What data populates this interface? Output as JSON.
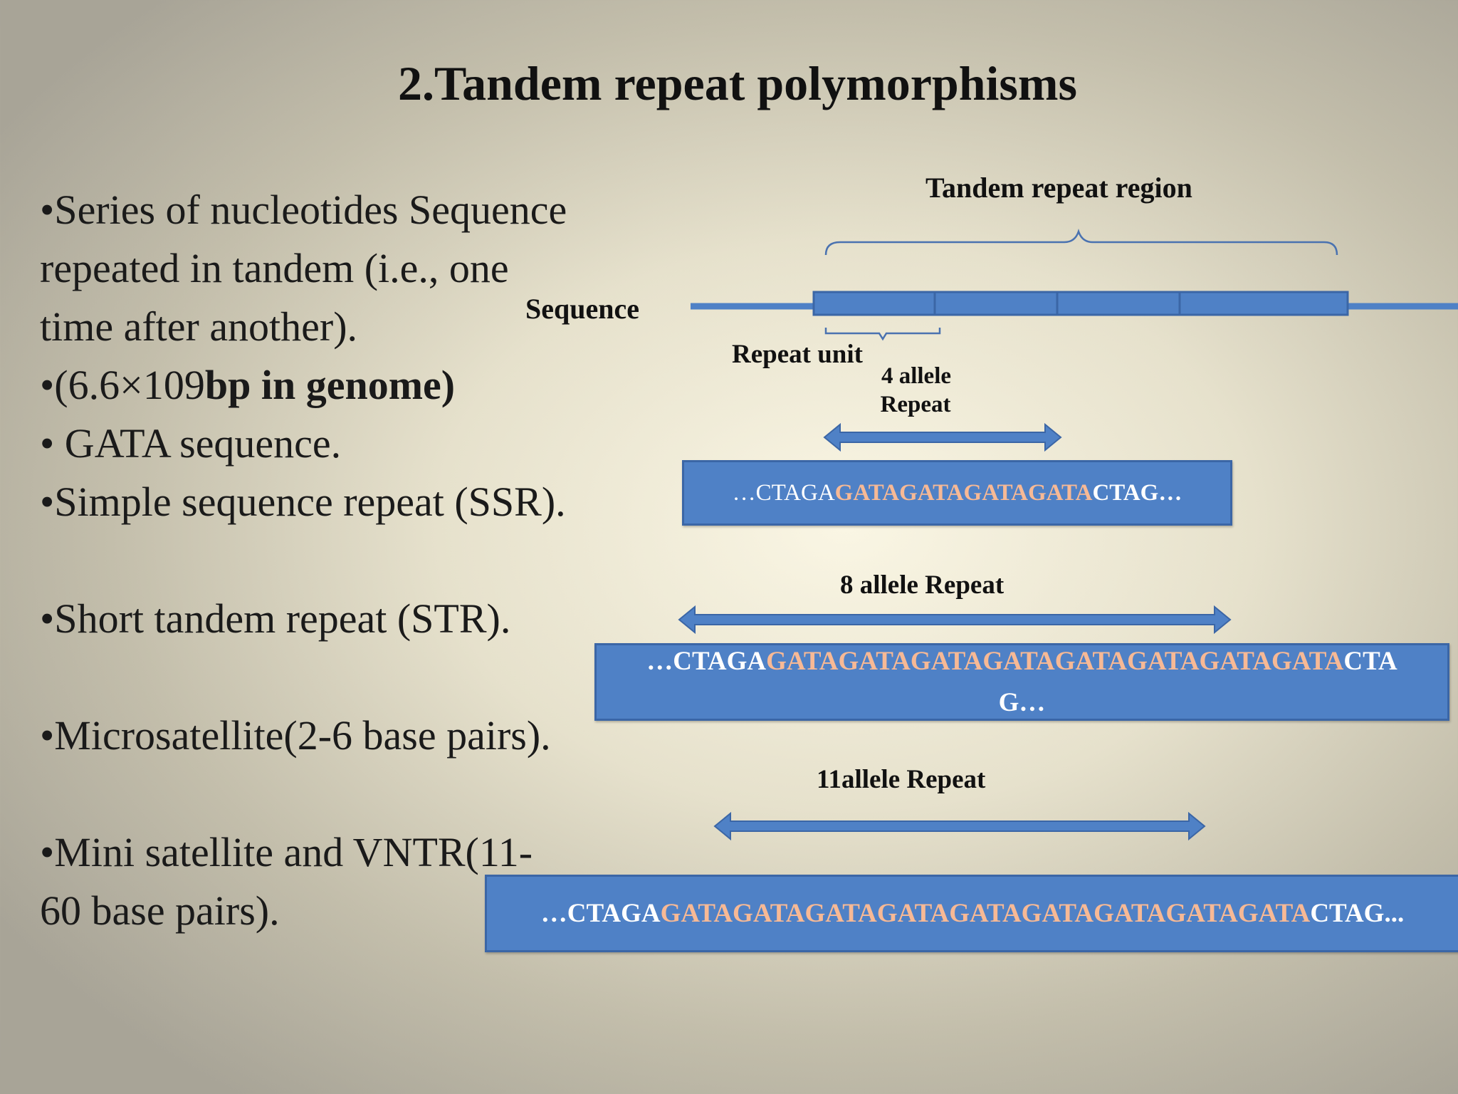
{
  "title": "2.Tandem repeat polymorphisms",
  "bullets": [
    "•Series of nucleotides Sequence",
    "repeated in   tandem (i.e., one",
    "time after another).",
    "•(6.6×109",
    "bp in genome)",
    "• GATA sequence.",
    "•Simple sequence repeat (SSR).",
    "•Short tandem repeat (STR).",
    "•Microsatellite(2-6 base pairs).",
    "•Mini satellite and VNTR(11-",
    "60 base pairs)."
  ],
  "diagram": {
    "region_label": "Tandem repeat region",
    "sequence_label": "Sequence",
    "repeat_unit_label": "Repeat unit",
    "allele4_label_line1": "4 allele",
    "allele4_label_line2": "Repeat",
    "allele8_label": "8 allele Repeat",
    "allele11_label": "11allele Repeat",
    "seq4": {
      "prefix": "…CTAGA",
      "repeat": "GATAGATAGATAGATA",
      "suffix": "CTAG…"
    },
    "seq8": {
      "prefix": "…CTAGA",
      "repeat": "GATAGATAGATAGATAGATAGATAGATAGATA",
      "suffix": "CTA",
      "line2": "G…"
    },
    "seq11": {
      "prefix": "…CTAGA",
      "repeat": "GATAGATAGATAGATAGATAGATAGATAGATAGATA",
      "suffix": "CTAG..."
    }
  },
  "colors": {
    "box_fill": "#4f81c6",
    "box_border": "#3b66a6",
    "repeat_text": "#f7b995",
    "sequence_text": "#ffffff"
  }
}
